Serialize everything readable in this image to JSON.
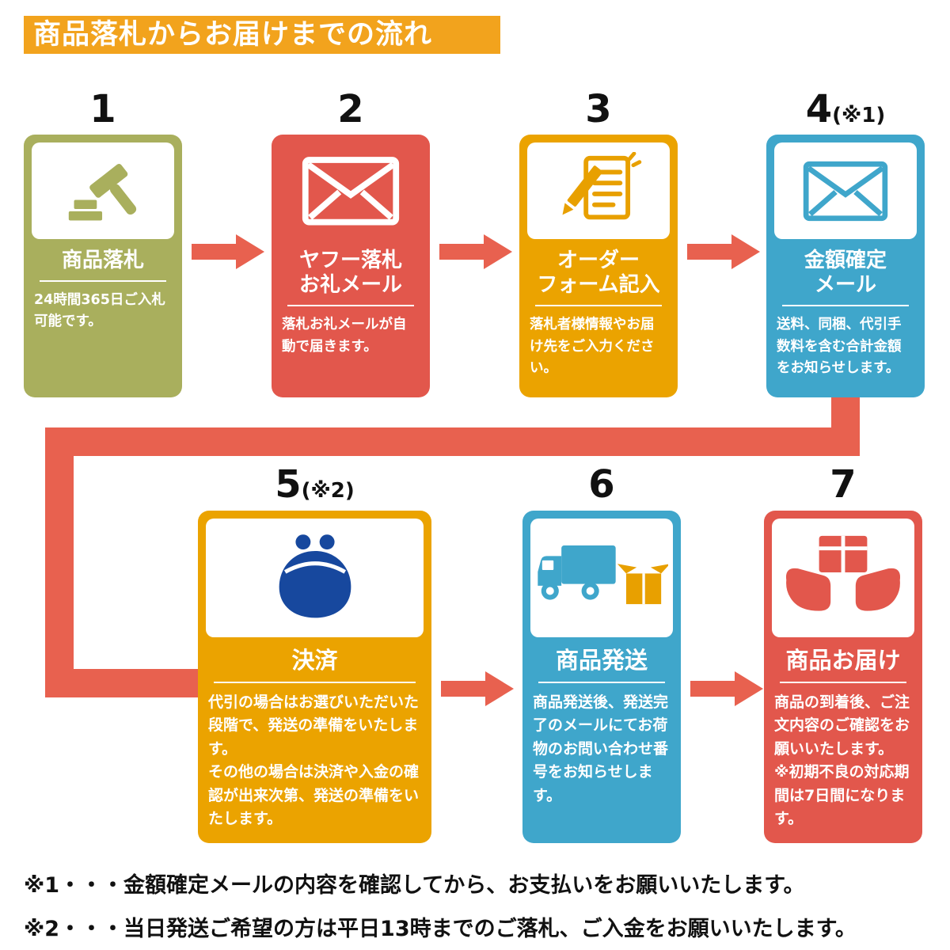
{
  "header": {
    "title": "商品落札からお届けまでの流れ"
  },
  "steps": [
    {
      "number": "1",
      "number_note": "",
      "title": "商品落札",
      "description": "24時間365日ご入札可能です。",
      "icon": "gavel-icon",
      "color": "#A9AF5D"
    },
    {
      "number": "2",
      "number_note": "",
      "title": "ヤフー落札\nお礼メール",
      "description": "落札お礼メールが自動で届きます。",
      "icon": "mail-icon",
      "color": "#E2574C"
    },
    {
      "number": "3",
      "number_note": "",
      "title": "オーダー\nフォーム記入",
      "description": "落札者様情報やお届け先をご入力ください。",
      "icon": "order-form-pencil-icon",
      "color": "#EBA300"
    },
    {
      "number": "4",
      "number_note": "(※1)",
      "title": "金額確定\nメール",
      "description": "送料、同梱、代引手数料を含む合計金額をお知らせします。",
      "icon": "mail-icon",
      "color": "#3FA6CB"
    },
    {
      "number": "5",
      "number_note": "(※2)",
      "title": "決済",
      "description": "代引の場合はお選びいただいた段階で、発送の準備をいたします。\nその他の場合は決済や入金の確認が出来次第、発送の準備をいたします。",
      "icon": "coin-purse-icon",
      "color": "#EBA300"
    },
    {
      "number": "6",
      "number_note": "",
      "title": "商品発送",
      "description": "商品発送後、発送完了のメールにてお荷物のお問い合わせ番号をお知らせします。",
      "icon": "delivery-truck-box-icon",
      "color": "#3FA6CB"
    },
    {
      "number": "7",
      "number_note": "",
      "title": "商品お届け",
      "description": "商品の到着後、ご注文内容のご確認をお願いいたします。\n※初期不良の対応期間は7日間になります。",
      "icon": "hands-holding-package-icon",
      "color": "#E2574C"
    }
  ],
  "notes": [
    {
      "text": "※1・・・金額確定メールの内容を確認してから、お支払いをお願いいたします。"
    },
    {
      "text": "※2・・・当日発送ご希望の方は平日13時までのご落札、ご入金をお願いいたします。"
    }
  ],
  "colors": {
    "banner": "#F2A31D",
    "arrow": "#E8614F",
    "olive": "#A9AF5D",
    "red": "#E2574C",
    "orange": "#EBA300",
    "blue": "#3FA6CB",
    "purse_navy": "#17489E",
    "box_orange": "#E8A000"
  }
}
